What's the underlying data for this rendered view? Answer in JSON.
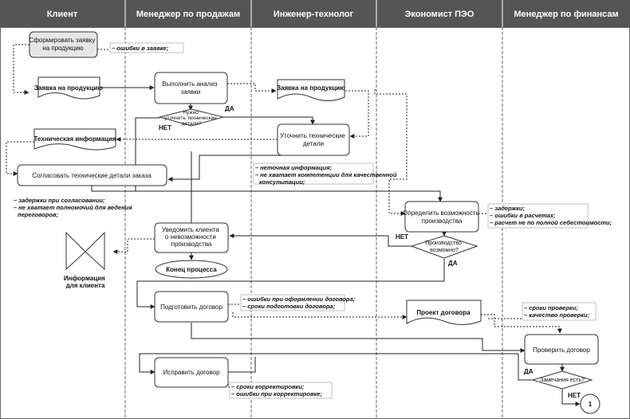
{
  "lanes": [
    "Клиент",
    "Менеджер по продажам",
    "Инженер-технолог",
    "Экономист ПЭО",
    "Менеджер по финансам"
  ],
  "nodes": {
    "form_request": [
      "Сформировать заявку",
      "на продукцию"
    ],
    "request_doc_1": "Заявка на продукцию",
    "analyze": [
      "Выполнить анализ",
      "заявки"
    ],
    "request_doc_2": "Заявка на продукцию",
    "need_clarify": [
      "Нужно",
      "уточнить технические",
      "детали?"
    ],
    "tech_info": "Техническая информация",
    "clarify": [
      "Уточнить технические",
      "детали"
    ],
    "agree": "Согласовать технические детали заказа",
    "notify": [
      "Уведомить клиента",
      "о невозможности",
      "производства"
    ],
    "end_process": "Конец процесса",
    "client_info": [
      "Информация",
      "для клиента"
    ],
    "determine": [
      "Определить возможность",
      "производства"
    ],
    "possible": [
      "Производство",
      "возможно?"
    ],
    "prepare": "Подготовить договор",
    "draft": "Проект договора",
    "check": "Проверить договор",
    "remarks": "Замечания есть?",
    "fix": "Исправить договор",
    "connector": "1"
  },
  "labels": {
    "yes": "ДА",
    "no": "НЕТ"
  },
  "notes": {
    "errors_request": [
      "– ошибки в заявке;"
    ],
    "clarify_risks": [
      "– неточная информация;",
      "– не хватает компетенции для качественной",
      "консультации;"
    ],
    "agree_risks": [
      "– задержки при согласовании;",
      "– не хватает полномочий для ведения",
      "переговоров;"
    ],
    "determine_risks": [
      "– задержки;",
      "– ошибки в расчетах;",
      "– расчет не по полной себестоимости;"
    ],
    "prepare_risks": [
      "– ошибки при оформлении договора;",
      "– сроки подготовки договора;"
    ],
    "check_risks": [
      "– сроки проверки;",
      "– качество проверки;"
    ],
    "fix_risks": [
      "– сроки корректировки;",
      "– ошибки при корректировке;"
    ]
  },
  "colors": {
    "header": "#555555",
    "accent_box": "#e6e6e6",
    "border": "#333333"
  }
}
